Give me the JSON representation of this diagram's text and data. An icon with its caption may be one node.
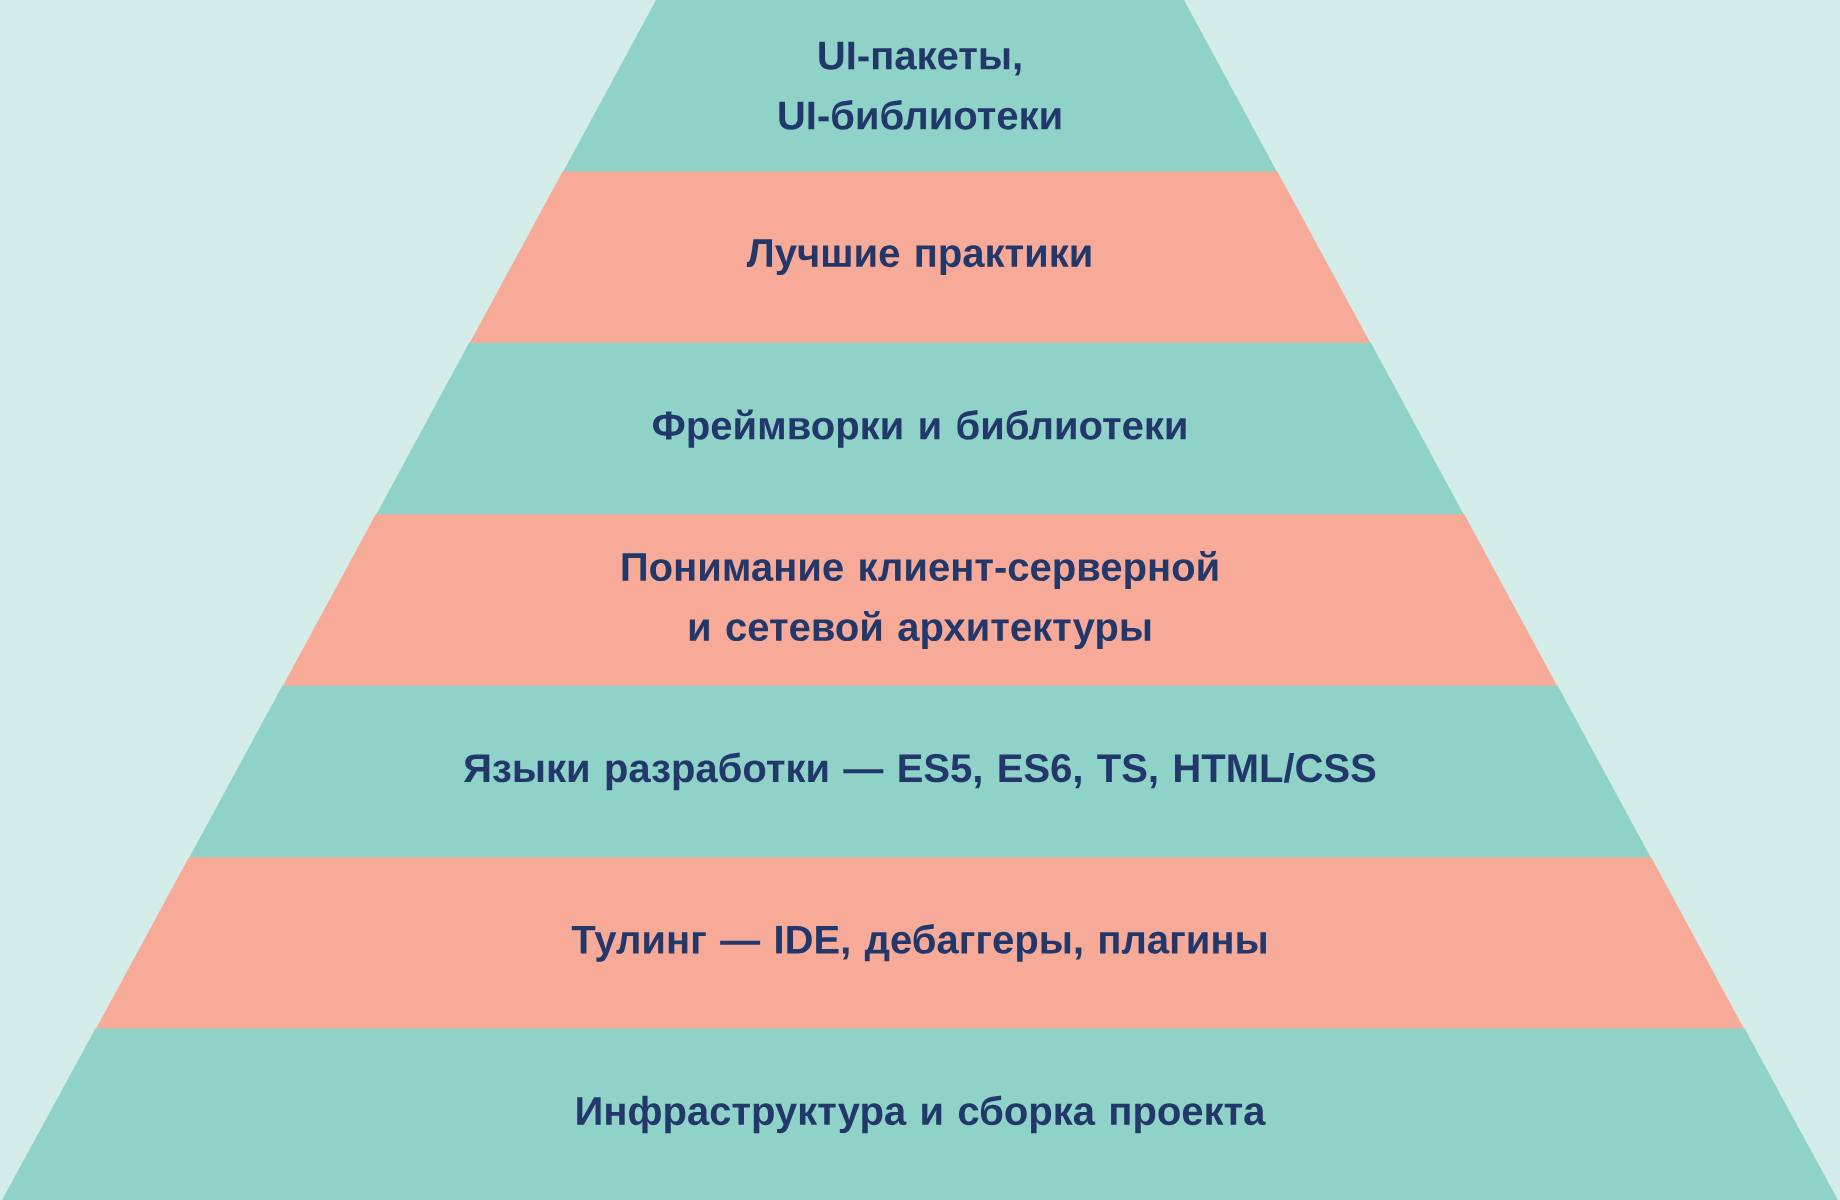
{
  "diagram": {
    "nodes": [
      {
        "text": [
          "UI-пакеты, UI-библиотеки"
        ]
      },
      {
        "text": [
          "Лучшие практики"
        ]
      },
      {
        "text": [
          "Фреймворки и библиотеки"
        ]
      },
      {
        "text": [
          "Понимание клиент-серверной и сетевой архитектуры"
        ]
      },
      {
        "text": [
          "Языки разработки — ES5, ES6, TS, HTML/CSS"
        ]
      },
      {
        "text": [
          "Тулинг — IDE, дебаггеры, плагины"
        ]
      },
      {
        "text": [
          "Инфраструктура и сборка проекта"
        ]
      }
    ]
  }
}
